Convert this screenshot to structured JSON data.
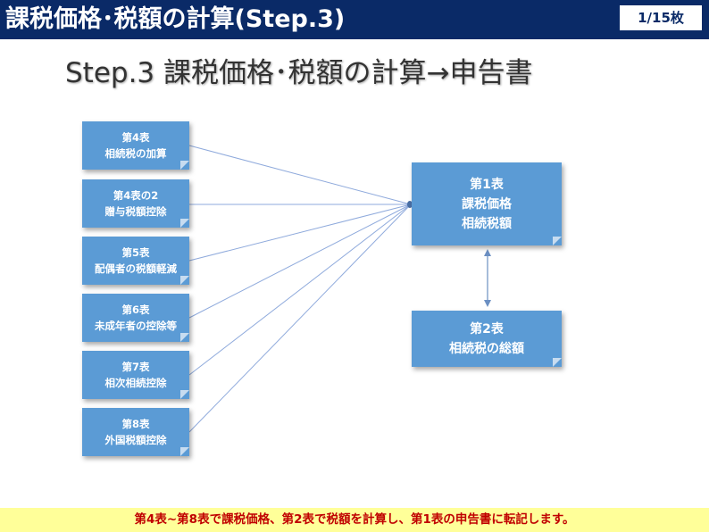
{
  "header": {
    "title": "課税価格･税額の計算(Step.3)",
    "page_counter": "1/15枚"
  },
  "heading": "Step.3 課税価格･税額の計算→申告書",
  "diagram": {
    "source_boxes": [
      {
        "line1": "第4表",
        "line2": "相続税の加算"
      },
      {
        "line1": "第4表の2",
        "line2": "贈与税額控除"
      },
      {
        "line1": "第5表",
        "line2": "配偶者の税額軽減"
      },
      {
        "line1": "第6表",
        "line2": "未成年者の控除等"
      },
      {
        "line1": "第7表",
        "line2": "相次相続控除"
      },
      {
        "line1": "第8表",
        "line2": "外国税額控除"
      }
    ],
    "target_box": {
      "line1": "第1表",
      "line2": "課税価格",
      "line3": "相続税額"
    },
    "total_box": {
      "line1": "第2表",
      "line2": "相続税の総額"
    }
  },
  "footer": "第4表~第8表で課税価格、第2表で税額を計算し、第1表の申告書に転記します。",
  "colors": {
    "header_bg": "#0a2a67",
    "box_fill": "#5b9bd5",
    "connector": "#8faadc",
    "footer_bg": "#ffff99",
    "footer_text": "#c00000"
  }
}
